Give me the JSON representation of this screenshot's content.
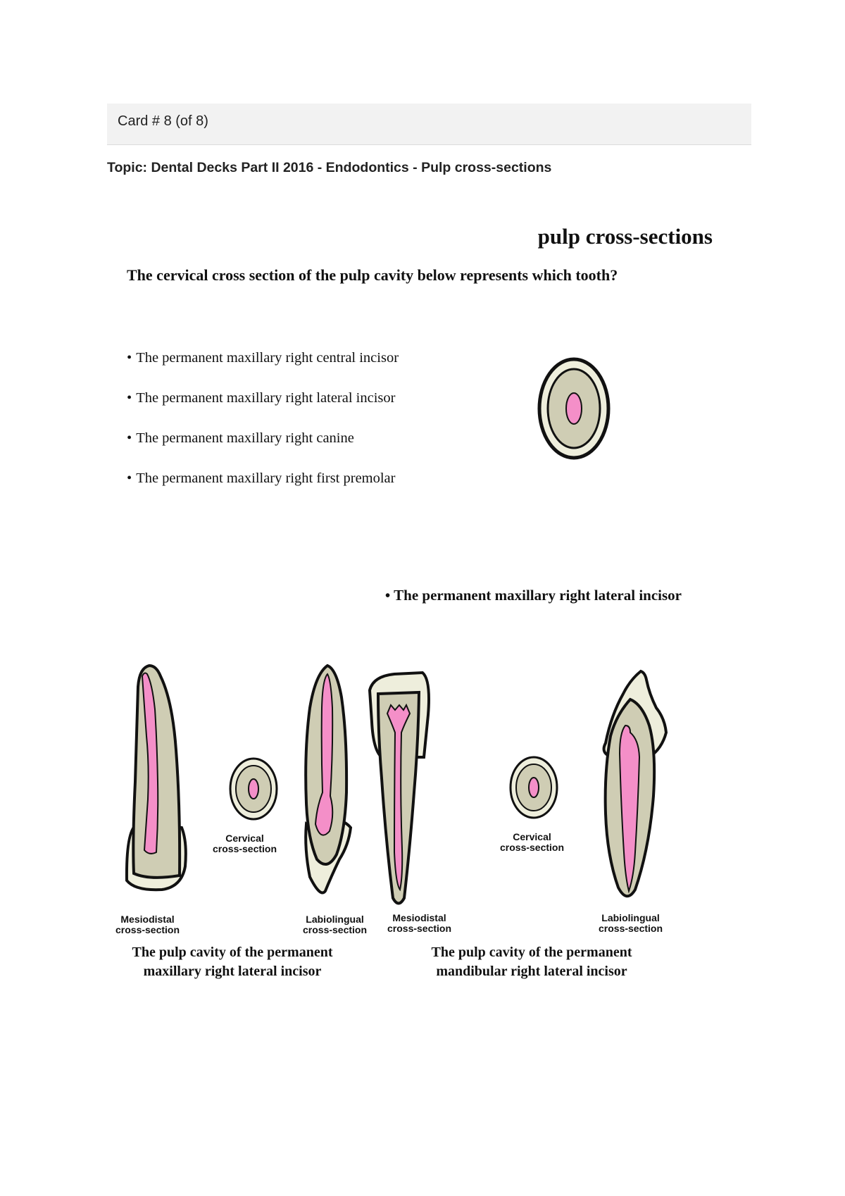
{
  "card": {
    "label": "Card # 8 (of 8)"
  },
  "topic": "Topic: Dental Decks Part II 2016 - Endodontics - Pulp cross-sections",
  "slide": {
    "heading": "pulp cross-sections",
    "question": "The cervical cross section of  the pulp cavity below represents which tooth?",
    "options": [
      "The permanent maxillary right central incisor",
      "The permanent maxillary right lateral incisor",
      "The permanent maxillary right canine",
      "The permanent maxillary right first premolar"
    ],
    "bullet": "•"
  },
  "answer": "• The permanent maxillary right lateral incisor",
  "figure": {
    "labels": {
      "mesiodistal_1_line1": "Mesiodistal",
      "mesiodistal_1_line2": "cross-section",
      "cervical_1_line1": "Cervical",
      "cervical_1_line2": "cross-section",
      "labiolingual_1_line1": "Labiolingual",
      "labiolingual_1_line2": "cross-section",
      "mesiodistal_2_line1": "Mesiodistal",
      "mesiodistal_2_line2": "cross-section",
      "cervical_2_line1": "Cervical",
      "cervical_2_line2": "cross-section",
      "labiolingual_2_line1": "Labiolingual",
      "labiolingual_2_line2": "cross-section"
    },
    "captions": {
      "maxillary_line1": "The pulp cavity of the permanent",
      "maxillary_line2": "maxillary right lateral incisor",
      "mandibular_line1": "The pulp cavity of the permanent",
      "mandibular_line2": "mandibular right lateral incisor"
    }
  },
  "colors": {
    "dentin": "#cfcdb4",
    "enamel": "#eeeedc",
    "pulp": "#f48fc8",
    "outline": "#111111",
    "card_bar": "#f2f2f2"
  }
}
